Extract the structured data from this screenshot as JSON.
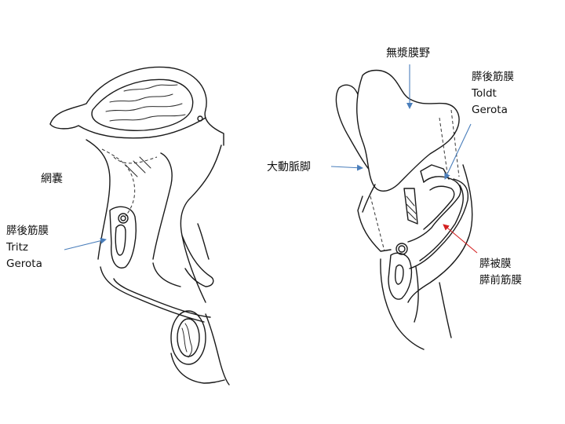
{
  "labels": {
    "mumakuya": "無漿膜野",
    "suigo_right": {
      "line1": "膵後筋膜",
      "line2": "Toldt",
      "line3": "Gerota"
    },
    "daidomyakukyaku": "大動脈脚",
    "momo": "網嚢",
    "suigo_left": {
      "line1": "膵後筋膜",
      "line2": "Tritz",
      "line3": "Gerota"
    },
    "suihi": {
      "line1": "膵被膜",
      "line2": "膵前筋膜"
    }
  },
  "colors": {
    "arrow_blue": "#4a7ebb",
    "arrow_red": "#d42020",
    "ink": "#1a1a1a"
  }
}
